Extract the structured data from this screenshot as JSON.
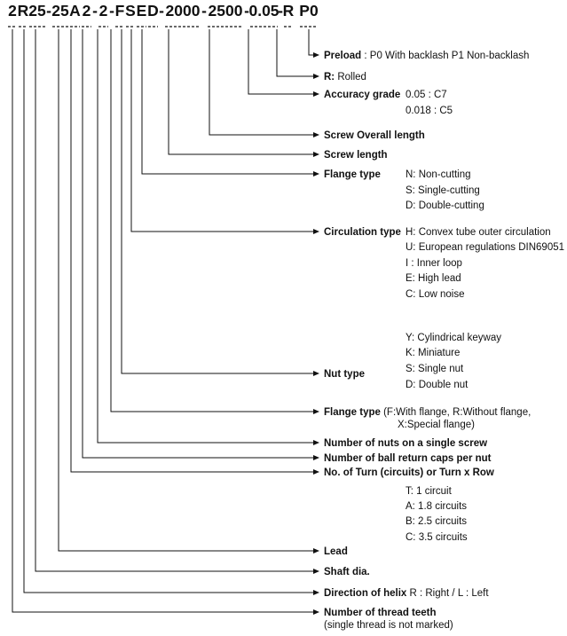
{
  "code": {
    "segments": [
      "2",
      "R",
      "25",
      "25",
      "A",
      "2",
      "2",
      "F",
      "S",
      "E",
      "D",
      "2000",
      "2500",
      "0.05",
      "R",
      "P0"
    ],
    "separators": [
      "-",
      "-",
      "-",
      "-",
      "-",
      "-",
      "-"
    ]
  },
  "items": [
    {
      "label": "Preload",
      "desc": " : P0 With backlash   P1 Non-backlash",
      "options": []
    },
    {
      "label": "R:",
      "desc": " Rolled",
      "options": []
    },
    {
      "label": "Accuracy grade",
      "desc": "",
      "options": [
        "0.05 : C7",
        "0.018 : C5"
      ]
    },
    {
      "label": "Screw Overall length",
      "desc": "",
      "options": []
    },
    {
      "label": "Screw length",
      "desc": "",
      "options": []
    },
    {
      "label": "Flange type",
      "desc": "",
      "options": [
        "N: Non-cutting",
        "S: Single-cutting",
        "D: Double-cutting"
      ]
    },
    {
      "label": "Circulation type",
      "desc": "",
      "options": [
        "H: Convex tube outer circulation",
        "U: European regulations DIN69051",
        "I : Inner loop",
        "E: High lead",
        "C: Low noise"
      ]
    },
    {
      "label": "Nut type",
      "desc": "",
      "options": [
        "Y: Cylindrical keyway",
        "K: Miniature",
        "S: Single nut",
        "D: Double nut"
      ]
    },
    {
      "label": "Flange type",
      "desc": " (F:With flange, R:Without flange,",
      "desc2": "X:Special flange)",
      "options": []
    },
    {
      "label": "Number of nuts on a single screw",
      "desc": "",
      "options": []
    },
    {
      "label": "Number of  ball return caps per nut",
      "desc": "",
      "options": []
    },
    {
      "label": "No. of Turn (circuits) or Turn x Row",
      "desc": "",
      "options": [
        "T: 1 circuit",
        "A: 1.8 circuits",
        "B: 2.5 circuits",
        "C: 3.5 circuits"
      ]
    },
    {
      "label": "Lead",
      "desc": "",
      "options": []
    },
    {
      "label": "Shaft dia.",
      "desc": "",
      "options": []
    },
    {
      "label": "Direction of helix",
      "desc": " R : Right / L : Left",
      "options": []
    },
    {
      "label": "Number of thread teeth",
      "desc": "",
      "sub": "(single thread is not marked)",
      "options": []
    }
  ]
}
